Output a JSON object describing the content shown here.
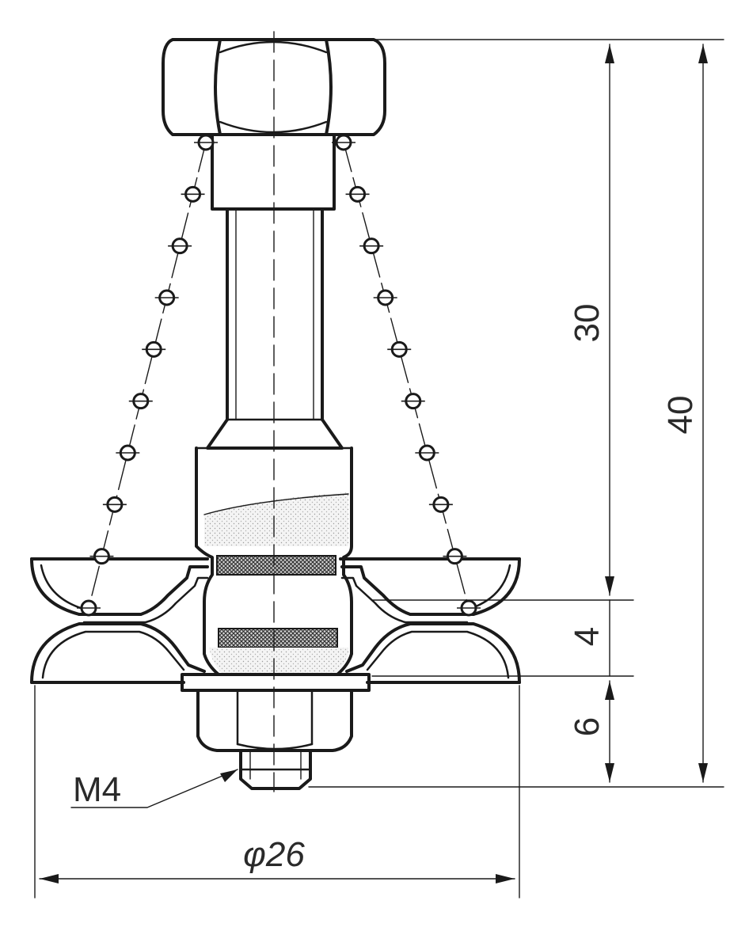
{
  "dimensions": {
    "dim_30": "30",
    "dim_40": "40",
    "dim_4": "4",
    "dim_6": "6",
    "diameter": "φ26",
    "thread": "M4"
  },
  "colors": {
    "line": "#1a1a1a",
    "shade": "#e6e6e6",
    "cross_hatch": "#555555"
  }
}
